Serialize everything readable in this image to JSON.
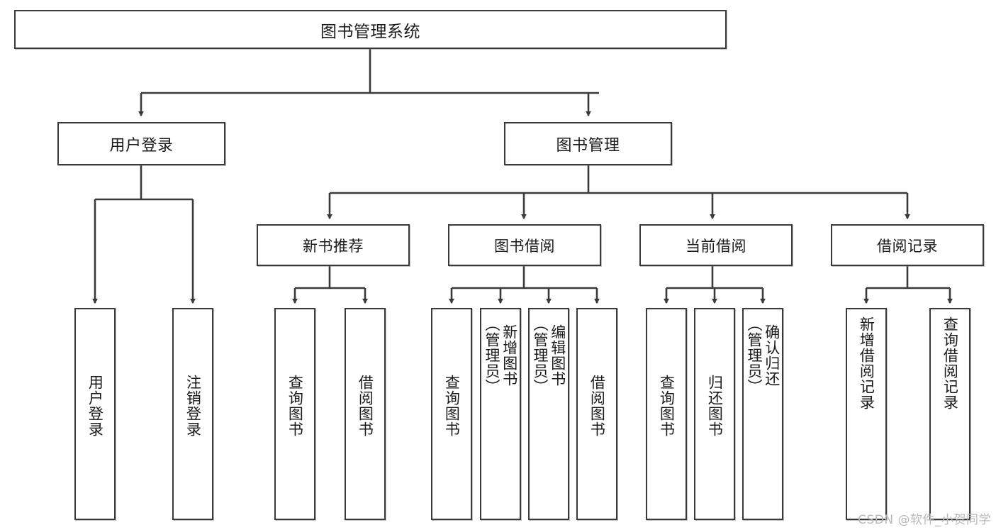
{
  "diagram": {
    "title": "图书管理系统",
    "type": "tree",
    "watermark": "CSDN @软件_小贺同学",
    "colors": {
      "box_border": "#3a3a3a",
      "box_fill": "#ffffff",
      "edge": "#3a3a3a",
      "text": "#1a1a1a",
      "watermark": "#b9b9b9"
    },
    "root": {
      "label": "图书管理系统"
    },
    "level2": [
      {
        "label": "用户登录"
      },
      {
        "label": "图书管理"
      }
    ],
    "level3": [
      {
        "label": "新书推荐"
      },
      {
        "label": "图书借阅"
      },
      {
        "label": "当前借阅"
      },
      {
        "label": "借阅记录"
      }
    ],
    "leaves": {
      "user_login": [
        {
          "label": "用户登录"
        },
        {
          "label": "注销登录"
        }
      ],
      "new_book_recommend": [
        {
          "label": "查询图书"
        },
        {
          "label": "借阅图书"
        }
      ],
      "book_borrow": [
        {
          "label": "查询图书"
        },
        {
          "label": "新增图书\n（管理员）"
        },
        {
          "label": "编辑图书\n（管理员）"
        },
        {
          "label": "借阅图书"
        }
      ],
      "current_borrow": [
        {
          "label": "查询图书"
        },
        {
          "label": "归还图书"
        },
        {
          "label": "确认归还\n（管理员）"
        }
      ],
      "borrow_record": [
        {
          "label": "新增借阅记录"
        },
        {
          "label": "查询借阅记录"
        }
      ]
    }
  }
}
